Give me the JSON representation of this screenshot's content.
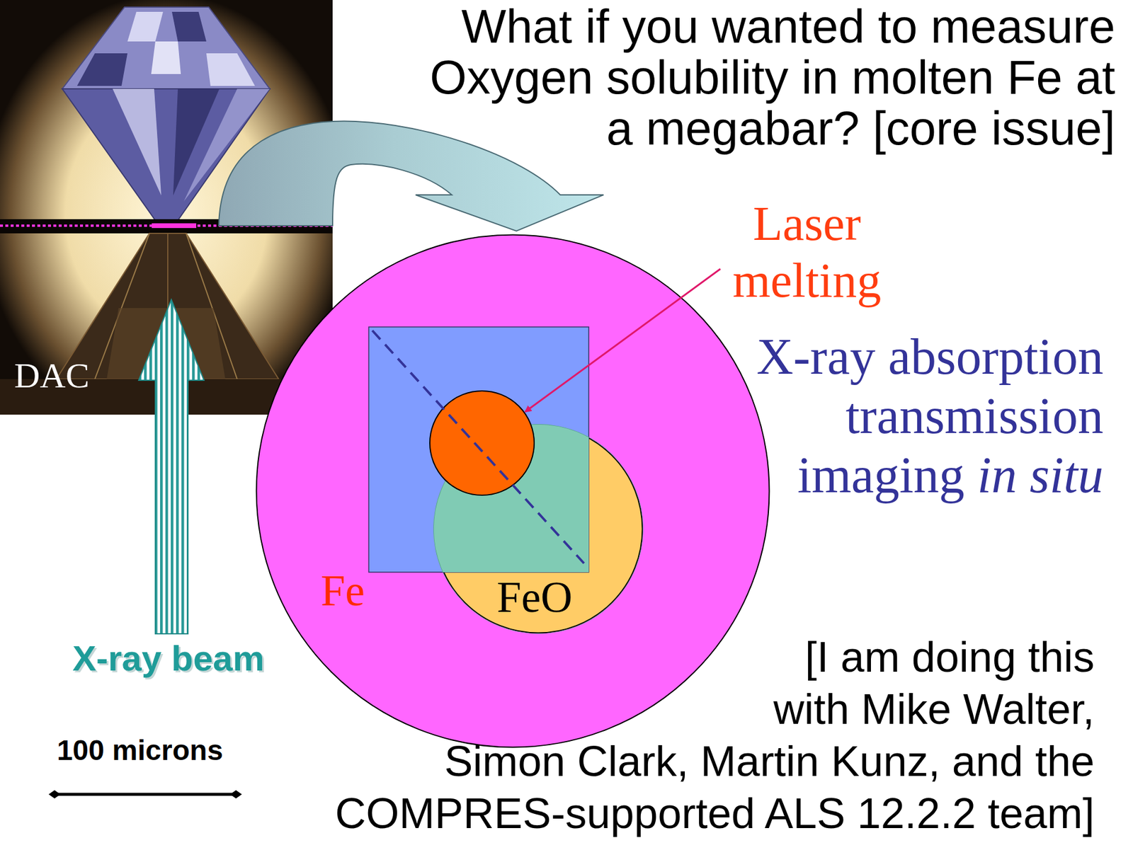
{
  "diagram": {
    "title": "What if you wanted to measure Oxygen solubility in molten Fe at a megabar? [core issue]",
    "nodes": [
      {
        "text": [
          "Fe"
        ]
      },
      {
        "text": [
          "FeO"
        ],
        "in": 0
      }
    ],
    "labels": [
      "DAC",
      "Laser melting",
      "X-ray absorption transmission imaging",
      "in situ",
      "X-ray beam",
      "100 microns",
      "[I am doing this with Mike Walter, Simon Clark, Martin Kunz, and the COMPRES-supported ALS 12.2.2 team]"
    ]
  }
}
